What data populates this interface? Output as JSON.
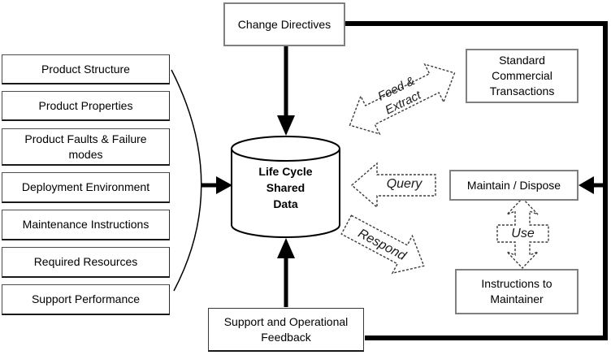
{
  "diagram": {
    "inputs": [
      {
        "label": "Product Structure"
      },
      {
        "label": "Product Properties"
      },
      {
        "label": "Product Faults & Failure modes"
      },
      {
        "label": "Deployment Environment"
      },
      {
        "label": "Maintenance Instructions"
      },
      {
        "label": "Required Resources"
      },
      {
        "label": "Support Performance"
      }
    ],
    "hub": {
      "lines": [
        "Life Cycle",
        "Shared",
        "Data"
      ]
    },
    "top_box": {
      "label": "Change Directives"
    },
    "bottom_box": {
      "label": "Support and Operational Feedback"
    },
    "right_boxes": {
      "standard": {
        "label": "Standard Commercial Transactions"
      },
      "maintain": {
        "label": "Maintain / Dispose"
      },
      "instructions": {
        "label": "Instructions to Maintainer"
      }
    },
    "flow_labels": {
      "feed_extract": {
        "lines": [
          "Feed &",
          "Extract"
        ]
      },
      "query": {
        "label": "Query"
      },
      "respond": {
        "label": "Respond"
      },
      "use": {
        "label": "Use"
      }
    },
    "colors": {
      "background": "#ffffff",
      "solid_line": "#000000",
      "box_border_gray": "#808080",
      "box_border_dark": "#3a3a3a",
      "dashed_arrow": "#3c3c3c",
      "text": "#000000"
    }
  }
}
